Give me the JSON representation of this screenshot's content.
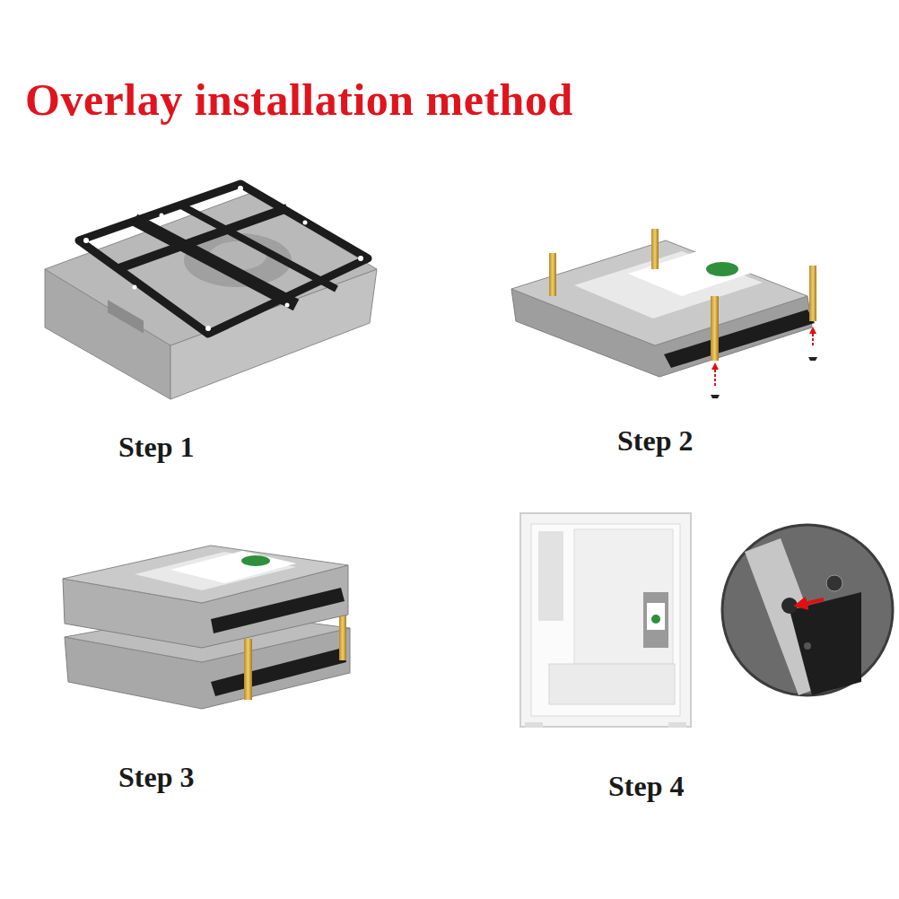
{
  "diagram": {
    "title": "Overlay installation method",
    "labels": [
      "Step 1",
      "Step 2",
      "Step 3",
      "Step 4"
    ]
  }
}
